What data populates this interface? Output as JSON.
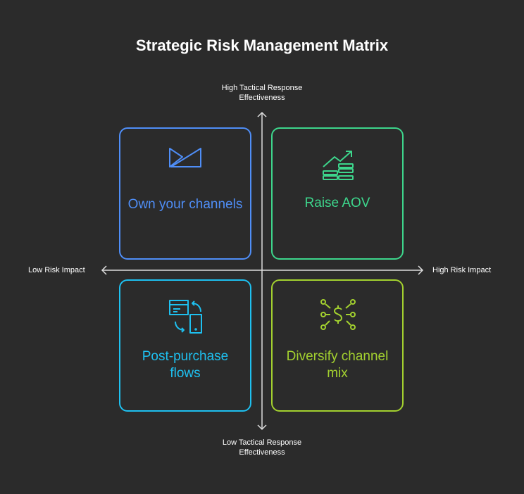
{
  "title": "Strategic Risk Management Matrix",
  "axes": {
    "top": "High Tactical Response Effectiveness",
    "bottom": "Low Tactical Response Effectiveness",
    "left": "Low Risk Impact",
    "right": "High Risk Impact"
  },
  "quadrants": [
    {
      "label": "Own your channels",
      "icon": "paper-plane-icon",
      "color": "#4f8ef7"
    },
    {
      "label": "Raise AOV",
      "icon": "coins-growth-icon",
      "color": "#3dd68c"
    },
    {
      "label": "Post-purchase flows",
      "icon": "card-phone-sync-icon",
      "color": "#1ec0f0"
    },
    {
      "label": "Diversify channel mix",
      "icon": "dollar-network-icon",
      "color": "#a3d12f"
    }
  ]
}
